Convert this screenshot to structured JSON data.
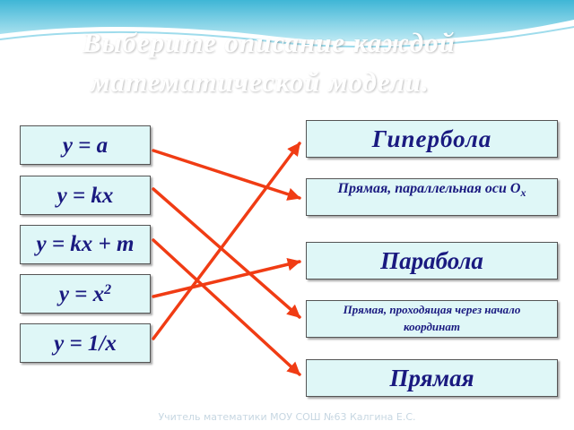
{
  "title": {
    "line1": "Выберите описание каждой",
    "line2": "математической модели."
  },
  "formulas": [
    {
      "label": "y = a"
    },
    {
      "label": "y = kx"
    },
    {
      "label": "y = kx + m"
    },
    {
      "label": "y = x",
      "sup": "2"
    },
    {
      "label": "y = 1/x"
    }
  ],
  "descriptions": [
    {
      "label": "Гипербола"
    },
    {
      "label": "Прямая, параллельная оси O",
      "sub": "x"
    },
    {
      "label": "Парабола"
    },
    {
      "label": "Прямая, проходящая через начало координат"
    },
    {
      "label": "Прямая"
    }
  ],
  "matches": [
    {
      "from": "y = a",
      "to": "Прямая, параллельная оси Ox"
    },
    {
      "from": "y = kx",
      "to": "Прямая, проходящая через начало координат"
    },
    {
      "from": "y = kx + m",
      "to": "Прямая"
    },
    {
      "from": "y = x2",
      "to": "Парабола"
    },
    {
      "from": "y = 1/x",
      "to": "Гипербола"
    }
  ],
  "footer": "Учитель математики МОУ СОШ №63 Калгина Е.С.",
  "colors": {
    "arrow": "#f03c14",
    "box_fill": "#dff7f7",
    "box_text": "#1a1a80",
    "header": "#5ec8e0"
  }
}
